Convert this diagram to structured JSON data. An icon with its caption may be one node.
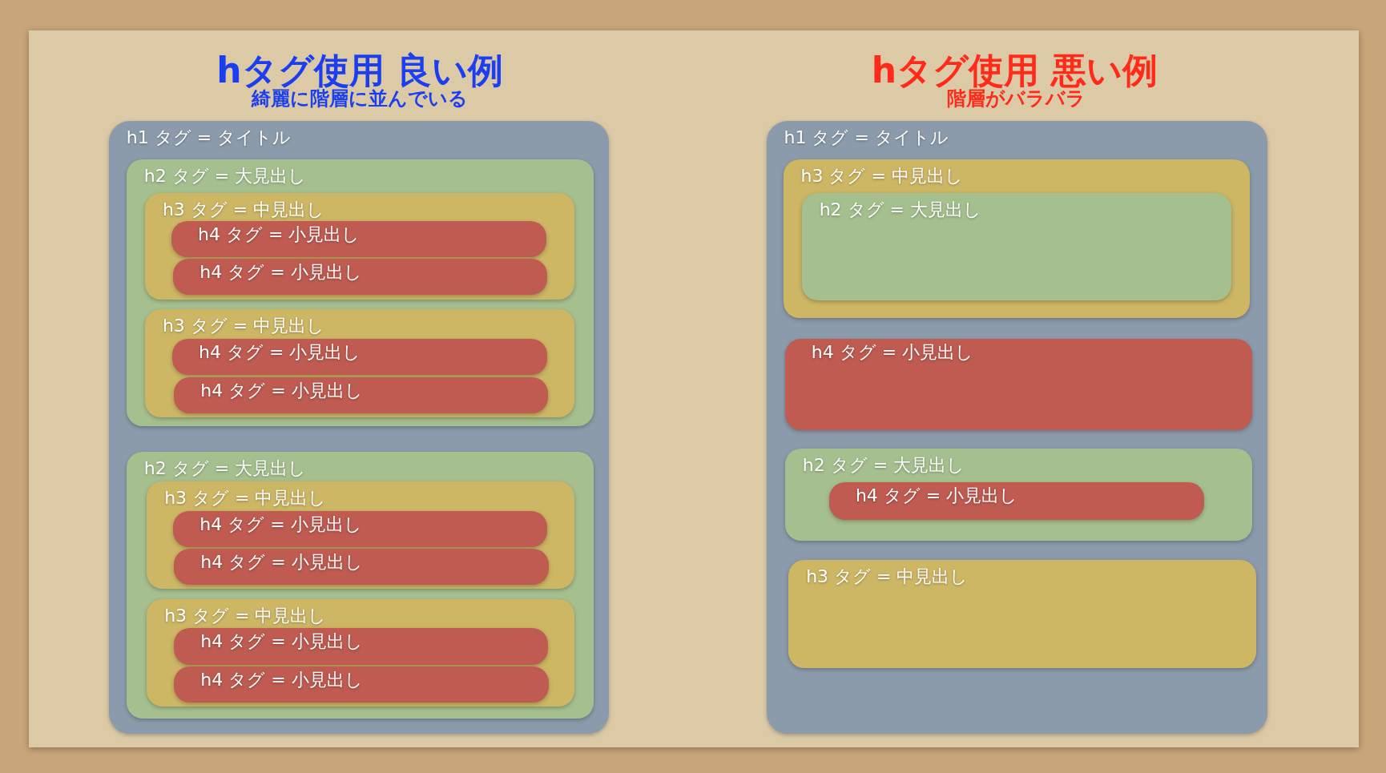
{
  "diagram": {
    "nodes": [
      {
        "text": [
          "h1 タグ = タイトル"
        ]
      },
      {
        "text": [
          "h2 タグ = 大見出し"
        ],
        "in": 0
      },
      {
        "text": [
          "h3 タグ = 中見出し"
        ],
        "in": 1
      },
      {
        "text": [
          "h4 タグ = 小見出し"
        ],
        "in": 2
      },
      {
        "text": [
          "h4 タグ = 小見出し"
        ],
        "in": 2
      },
      {
        "text": [
          "h3 タグ = 中見出し"
        ],
        "in": 1
      },
      {
        "text": [
          "h4 タグ = 小見出し"
        ],
        "in": 5
      },
      {
        "text": [
          "h4 タグ = 小見出し"
        ],
        "in": 5
      },
      {
        "text": [
          "h2 タグ = 大見出し"
        ],
        "in": 0
      },
      {
        "text": [
          "h3 タグ = 中見出し"
        ],
        "in": 8
      },
      {
        "text": [
          "h4 タグ = 小見出し"
        ],
        "in": 9
      },
      {
        "text": [
          "h4 タグ = 小見出し"
        ],
        "in": 9
      },
      {
        "text": [
          "h3 タグ = 中見出し"
        ],
        "in": 8
      },
      {
        "text": [
          "h4 タグ = 小見出し"
        ],
        "in": 12
      },
      {
        "text": [
          "h4 タグ = 小見出し"
        ],
        "in": 12
      },
      {
        "text": [
          "h1 タグ = タイトル"
        ]
      },
      {
        "text": [
          "h3 タグ = 中見出し"
        ],
        "in": 15
      },
      {
        "text": [
          "h2 タグ = 大見出し"
        ],
        "in": 16
      },
      {
        "text": [
          "h4 タグ = 小見出し"
        ],
        "in": 15
      },
      {
        "text": [
          "h2 タグ = 大見出し"
        ],
        "in": 15
      },
      {
        "text": [
          "h4 タグ = 小見出し"
        ],
        "in": 19
      },
      {
        "text": [
          "h3 タグ = 中見出し"
        ],
        "in": 15
      }
    ],
    "labels": [
      "hタグ使用 良い例",
      "綺麗に階層に並んでいる",
      "hタグ使用 悪い例",
      "階層がバラバラ"
    ]
  }
}
